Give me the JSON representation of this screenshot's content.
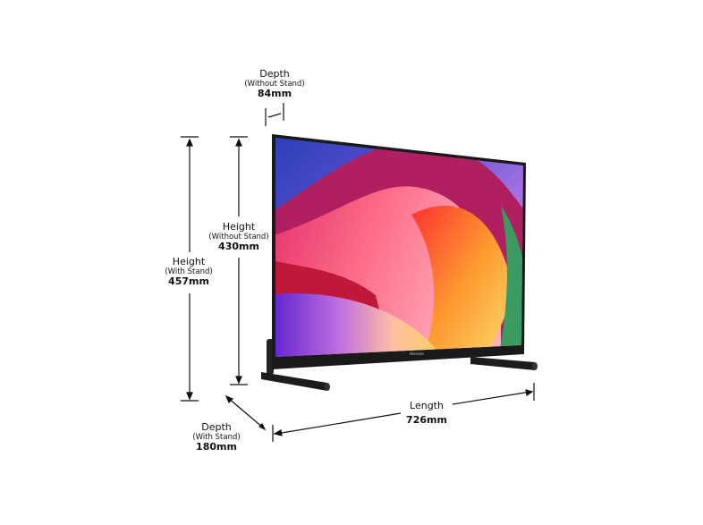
{
  "brand": "Hisense",
  "dimensions": {
    "depth_without_stand": {
      "title": "Depth",
      "note": "(Without Stand)",
      "value": "84mm"
    },
    "height_without_stand": {
      "title": "Height",
      "note": "(Without Stand)",
      "value": "430mm"
    },
    "height_with_stand": {
      "title": "Height",
      "note": "(With Stand)",
      "value": "457mm"
    },
    "depth_with_stand": {
      "title": "Depth",
      "note": "(With Stand)",
      "value": "180mm"
    },
    "length": {
      "title": "Length",
      "value": "726mm"
    }
  },
  "colors": {
    "line": "#111111",
    "bezel": "#1a1a1a"
  }
}
